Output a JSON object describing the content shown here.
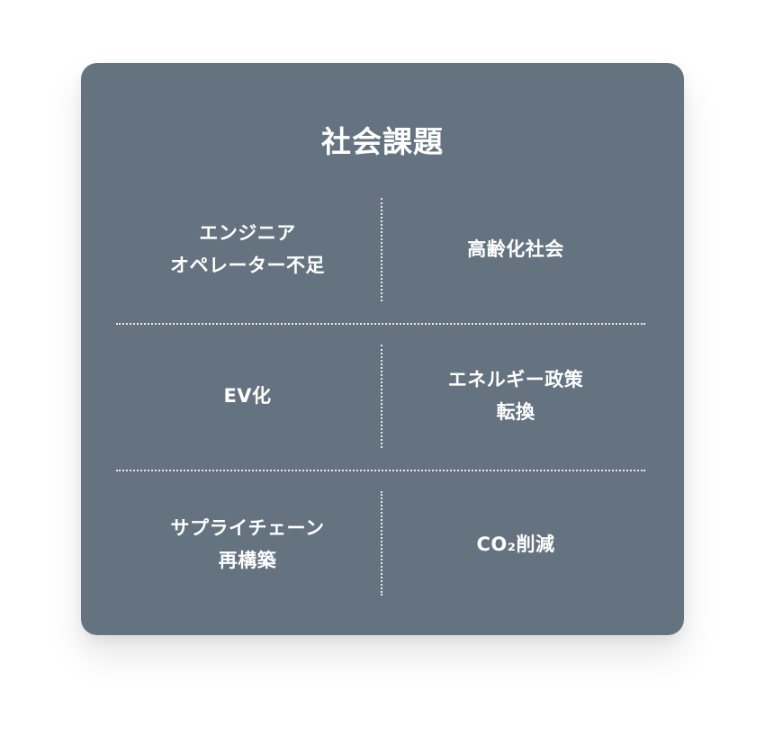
{
  "panel": {
    "title": "社会課題",
    "cells": [
      {
        "lines": [
          "エンジニア",
          "オペレーター不足"
        ]
      },
      {
        "lines": [
          "高齢化社会"
        ]
      },
      {
        "lines": [
          "EV化"
        ]
      },
      {
        "lines": [
          "エネルギー政策",
          "転換"
        ]
      },
      {
        "lines": [
          "サプライチェーン",
          "再構築"
        ]
      },
      {
        "lines": [
          "CO₂削減"
        ]
      }
    ]
  }
}
